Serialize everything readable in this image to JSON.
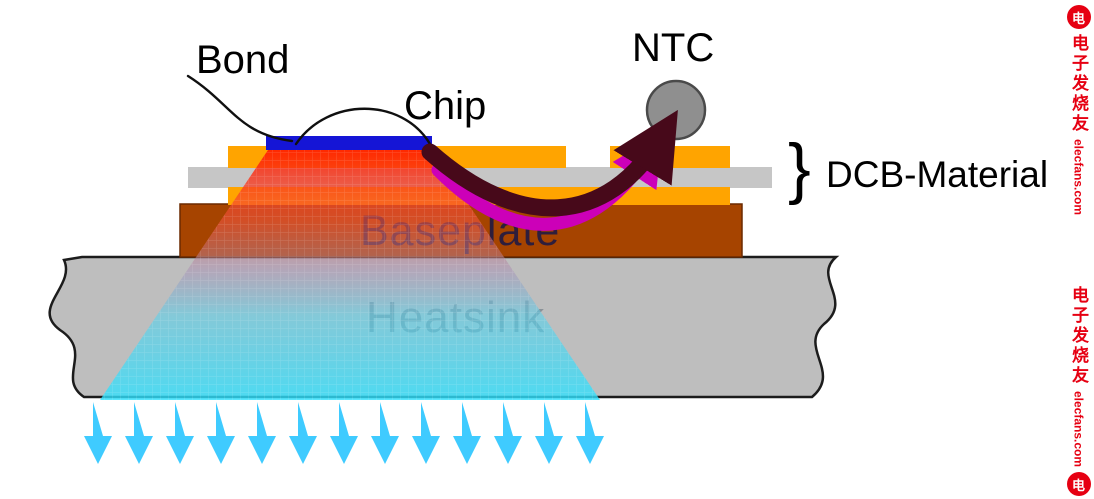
{
  "diagram": {
    "title": "Power module cross-section with heat flow to heatsink and NTC sensing path",
    "labels": {
      "bond": "Bond",
      "chip": "Chip",
      "ntc": "NTC",
      "dcb_brace": "}",
      "dcb": "DCB-Material",
      "baseplate": "Baseplate",
      "heatsink": "Heatsink"
    },
    "watermark": {
      "cn": "电子发烧友",
      "site": "elecfans.com",
      "logo_glyph": "电"
    },
    "colors": {
      "copper": "#FFA400",
      "ceramic": "#C6C6C6",
      "chip": "#1515D6",
      "baseplate": "#A64400",
      "heatsink": "#BEBEBE",
      "heat_hot": "#FF1E00",
      "heat_cold": "#2FE2FF",
      "arrow_cyan": "#3FCBFF",
      "arrow_dark": "#47091A",
      "arrow_magenta": "#CC00B8",
      "ntc_fill": "#8F8F8F",
      "watermark_red": "#E60012"
    },
    "heat_arrow_count": 13
  }
}
